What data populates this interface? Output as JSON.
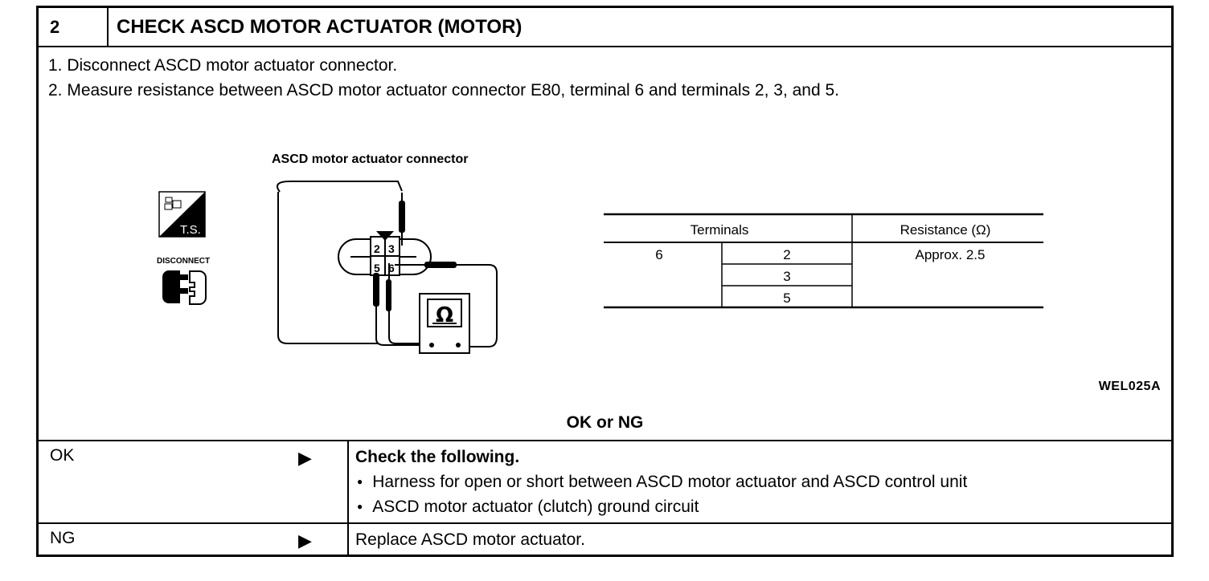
{
  "header": {
    "step_number": "2",
    "title": "CHECK ASCD MOTOR ACTUATOR (MOTOR)"
  },
  "steps": [
    "1.  Disconnect ASCD motor actuator connector.",
    "2.  Measure resistance between ASCD motor actuator connector E80, terminal 6 and terminals 2, 3, and 5."
  ],
  "figure": {
    "connector_label": "ASCD motor actuator connector",
    "ts_label": "T.S.",
    "disconnect_label": "DISCONNECT",
    "meter_symbol": "Ω",
    "terminal_labels": [
      "2",
      "3",
      "5",
      "6"
    ],
    "figure_id": "WEL025A"
  },
  "table": {
    "col_terminals": "Terminals",
    "col_resistance": "Resistance (Ω)",
    "from_terminal": "6",
    "to_terminals": [
      "2",
      "3",
      "5"
    ],
    "resistance_value": "Approx. 2.5"
  },
  "decision": {
    "question": "OK or NG",
    "ok_label": "OK",
    "ok_heading": "Check the following.",
    "ok_items": [
      "Harness for open or short between ASCD motor actuator and ASCD control unit",
      "ASCD motor actuator (clutch) ground circuit"
    ],
    "ng_label": "NG",
    "ng_action": "Replace ASCD motor actuator.",
    "arrow_glyph": "▶"
  }
}
